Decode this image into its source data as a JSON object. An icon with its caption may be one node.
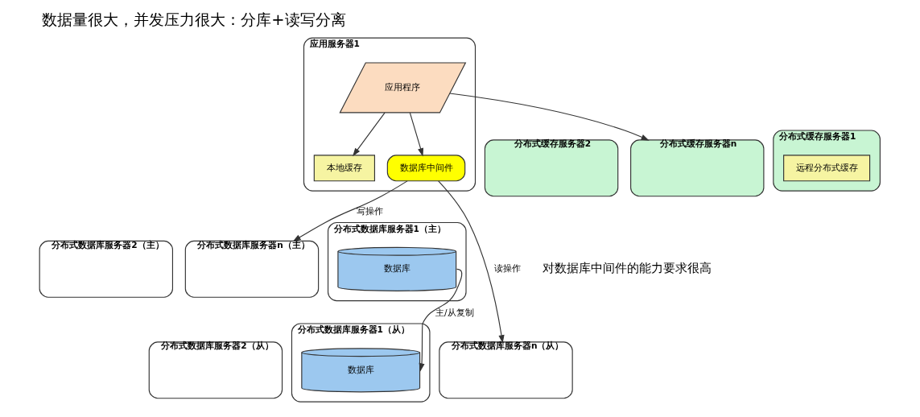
{
  "diagram": {
    "title": "数据量很大，并发压力很大：分库+读写分离",
    "nodes": [
      {
        "text": [
          "应用服务器1"
        ]
      },
      {
        "text": [
          "应用程序"
        ],
        "in": 0
      },
      {
        "text": [
          "本地缓存"
        ],
        "in": 0
      },
      {
        "text": [
          "数据库中间件"
        ],
        "in": 0
      },
      {
        "text": [
          "分布式缓存服务器n"
        ]
      },
      {
        "text": [
          "分布式缓存服务器2"
        ]
      },
      {
        "text": [
          "分布式缓存服务器1"
        ]
      },
      {
        "text": [
          "远程分布式缓存"
        ],
        "in": 6
      },
      {
        "text": [
          "分布式数据库服务器n（主）"
        ]
      },
      {
        "text": [
          "分布式数据库服务器2（主）"
        ]
      },
      {
        "text": [
          "分布式数据库服务器1（主）"
        ]
      },
      {
        "text": [
          "数据库"
        ],
        "in": 10
      },
      {
        "text": [
          "分布式数据库服务器n（从）"
        ]
      },
      {
        "text": [
          "分布式数据库服务器2（从）"
        ]
      },
      {
        "text": [
          "分布式数据库服务器1（从）"
        ]
      },
      {
        "text": [
          "数据库"
        ],
        "in": 14
      }
    ],
    "edges": [
      {
        "from": 1,
        "to": 2,
        "arrow": "to"
      },
      {
        "from": 1,
        "to": 3,
        "arrow": "to"
      },
      {
        "from": 1,
        "to": 4,
        "arrow": "to"
      },
      {
        "from": 3,
        "to": 12,
        "label": "读操作",
        "arrow": "to"
      },
      {
        "from": 3,
        "to": 8,
        "label": "写操作",
        "arrow": "to"
      },
      {
        "from": 11,
        "to": 15,
        "label": "主/从复制",
        "arrow": "to"
      }
    ],
    "labels": [
      "对数据库中间件的能力要求很高"
    ]
  }
}
